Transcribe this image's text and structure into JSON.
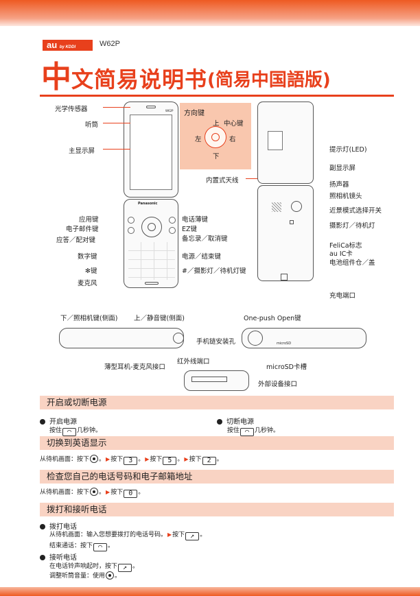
{
  "header": {
    "brand": "au",
    "brand_sub": "by KDDI",
    "model": "W62P",
    "title_first": "中",
    "title_rest": "文简易说明书",
    "title_paren": "(简易中国語版)"
  },
  "diagram": {
    "left_labels": [
      "光学传感器",
      "听筒",
      "主显示屏",
      "应用键",
      "电子邮件键",
      "应答／配对键",
      "数字键",
      "✻键",
      "麦克风"
    ],
    "center_right_labels": [
      "电话薄键",
      "EZ键",
      "备忘录／取消键",
      "电源／结束键",
      "#／摄影灯／待机灯键"
    ],
    "dpad": {
      "title": "方向键",
      "up": "上",
      "down": "下",
      "left": "左",
      "right": "右",
      "center": "中心键"
    },
    "antenna": "内置式天线",
    "back_labels": [
      "提示灯(LED)",
      "副显示屏",
      "扬声器",
      "照相机镜头",
      "近景模式选择开关",
      "摄影灯／待机灯",
      "FeliCa标志",
      "au IC卡",
      "电池组件仓／盖",
      "充电端口"
    ],
    "side_top_labels": [
      "下／照相机键(侧面)",
      "上／静音键(侧面)",
      "One-push Open键"
    ],
    "side_right": "手机链安装孔",
    "side_bottom_labels": [
      "红外线端口",
      "薄型耳机-麦克风接口",
      "microSD卡槽",
      "外部设备接口"
    ],
    "phone_brand": "Panasonic",
    "phone_model": "W62P",
    "sd_text": "microSD"
  },
  "sections": {
    "power": {
      "title": "开启或切断电源",
      "on_title": "开启电源",
      "on_text_a": "按住",
      "on_text_b": "几秒钟。",
      "off_title": "切断电源",
      "off_text_a": "按住",
      "off_text_b": "几秒钟。"
    },
    "english": {
      "title": "切换到英语显示",
      "t1": "从待机画面：按下",
      "t2": "。",
      "t3": "按下",
      "k1": "3",
      "t4": "。",
      "t5": "按下",
      "k2": "5",
      "t6": "。",
      "t7": "按下",
      "k3": "2",
      "t8": "。"
    },
    "number": {
      "title": "检查您自己的电话号码和电子邮箱地址",
      "t1": "从待机画面：按下",
      "t2": "。",
      "t3": "按下",
      "k1": "0",
      "t4": "。"
    },
    "call": {
      "title": "拨打和接听电话",
      "dial_title": "拨打电话",
      "dial_a": "从待机画面：输入您想要拨打的电话号码。",
      "dial_b": "按下",
      "dial_c": "。",
      "end_a": "结束通话：按下",
      "end_b": "。",
      "answer_title": "接听电话",
      "ans_a": "在电话铃声响起时，按下",
      "ans_b": "。",
      "vol_a": "调整听筒音量：使用",
      "vol_b": "。"
    }
  },
  "colors": {
    "accent": "#e8401c",
    "section_bg": "#f9d3c3",
    "dpad_bg": "#f9c7ae"
  }
}
